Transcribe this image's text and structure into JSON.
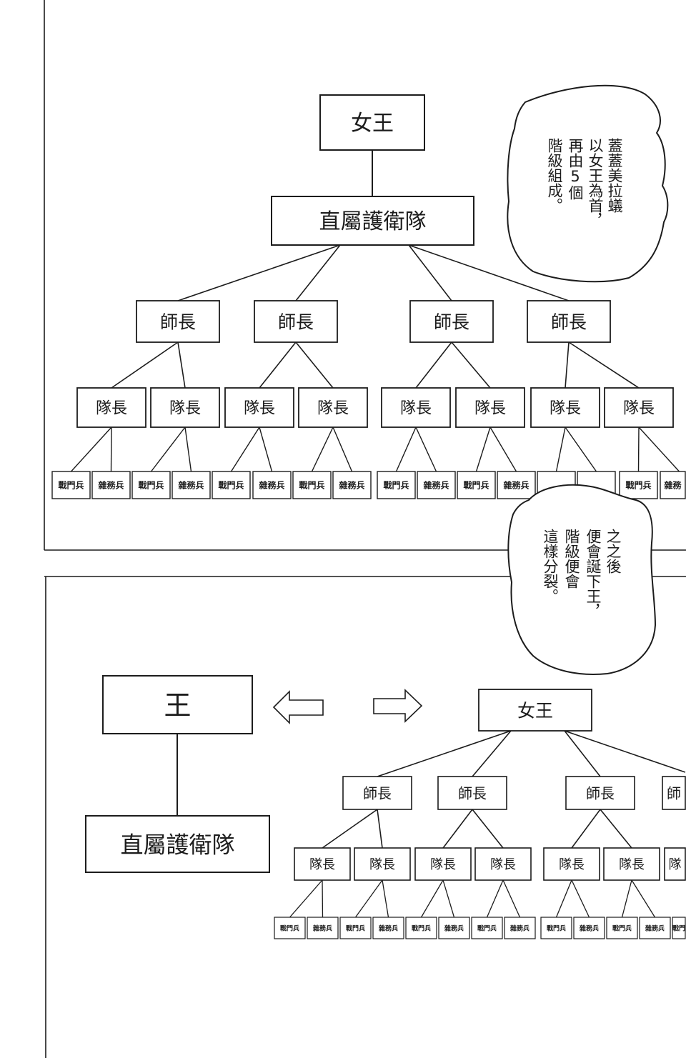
{
  "colors": {
    "ink": "#1c1c1c",
    "paper": "#ffffff"
  },
  "icons": {
    "left_arrow": "left-arrow-icon",
    "right_arrow": "right-arrow-icon"
  },
  "top_panel": {
    "hierarchy": {
      "queen": "女王",
      "royal_guard": "直屬護衛隊",
      "division_leaders": [
        "師長",
        "師長",
        "師長",
        "師長"
      ],
      "squad_leaders": [
        "隊長",
        "隊長",
        "隊長",
        "隊長",
        "隊長",
        "隊長",
        "隊長",
        "隊長"
      ],
      "soldiers": [
        "戰門兵",
        "雜務兵",
        "戰門兵",
        "雜務兵",
        "戰門兵",
        "雜務兵",
        "戰門兵",
        "雜務兵",
        "戰門兵",
        "雜務兵",
        "戰門兵",
        "雜務兵",
        "戰門兵",
        "雜務"
      ]
    },
    "speech_bubble": [
      "蓋蓋美拉蟻",
      "以女王為首，",
      "再由5個",
      "階級組成。"
    ]
  },
  "middle_speech_bubble": [
    "之之後",
    "便會誕下王，",
    "階級便會",
    "這樣分裂。"
  ],
  "bottom_panel": {
    "king_side": {
      "king": "王",
      "royal_guard": "直屬護衛隊"
    },
    "queen_side": {
      "queen": "女王",
      "division_leaders": [
        "師長",
        "師長",
        "師長",
        "師"
      ],
      "squad_leaders": [
        "隊長",
        "隊長",
        "隊長",
        "隊長",
        "隊長",
        "隊長",
        "隊"
      ],
      "soldiers": [
        "戰門兵",
        "雜務兵",
        "戰門兵",
        "雜務兵",
        "戰門兵",
        "雜務兵",
        "戰門兵",
        "雜務兵",
        "戰門兵",
        "雜務兵",
        "戰門兵",
        "雜務兵",
        "戰門"
      ]
    }
  }
}
